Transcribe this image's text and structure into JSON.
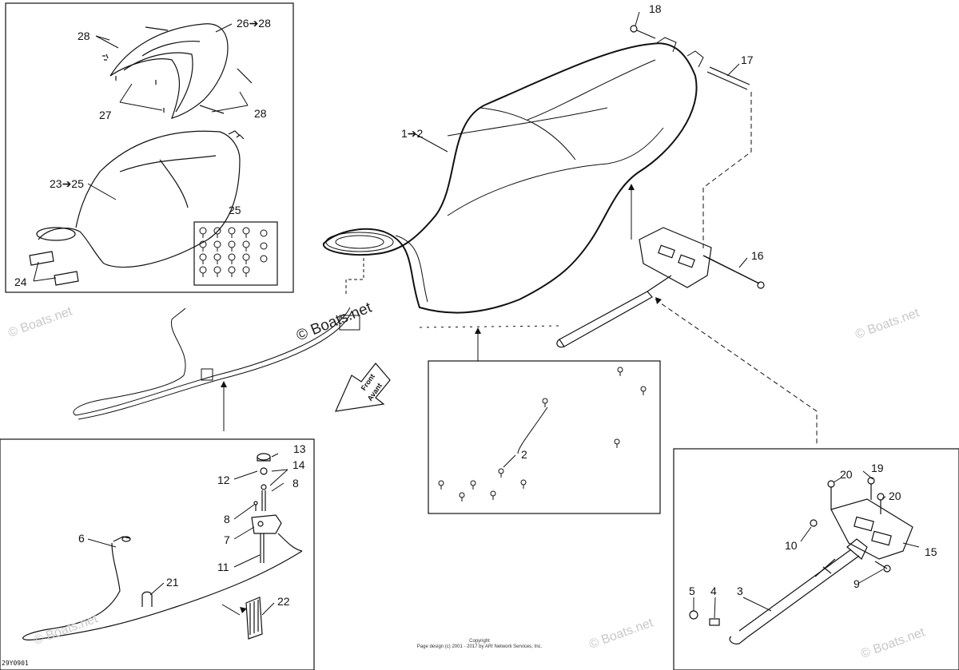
{
  "watermark": "© Boats.net",
  "direction": {
    "line1": "Front",
    "line2": "Avant"
  },
  "diagram_code": "29Y0901",
  "copyright": {
    "line1": "Copyright",
    "line2": "Page design (c) 2001 - 2017 by ARI Network Services, Inc."
  },
  "callouts": {
    "c28a": "28",
    "c26_28": "26➔28",
    "c27": "27",
    "c28b": "28",
    "c23_25": "23➔25",
    "c25": "25",
    "c24": "24",
    "c1_2": "1➔2",
    "c18": "18",
    "c17": "17",
    "c16": "16",
    "c2": "2",
    "c13": "13",
    "c14": "14",
    "c12": "12",
    "c8a": "8",
    "c8b": "8",
    "c7": "7",
    "c11": "11",
    "c6": "6",
    "c21": "21",
    "c22": "22",
    "c19": "19",
    "c20a": "20",
    "c20b": "20",
    "c10": "10",
    "c15": "15",
    "c9": "9",
    "c5": "5",
    "c4": "4",
    "c3": "3"
  }
}
